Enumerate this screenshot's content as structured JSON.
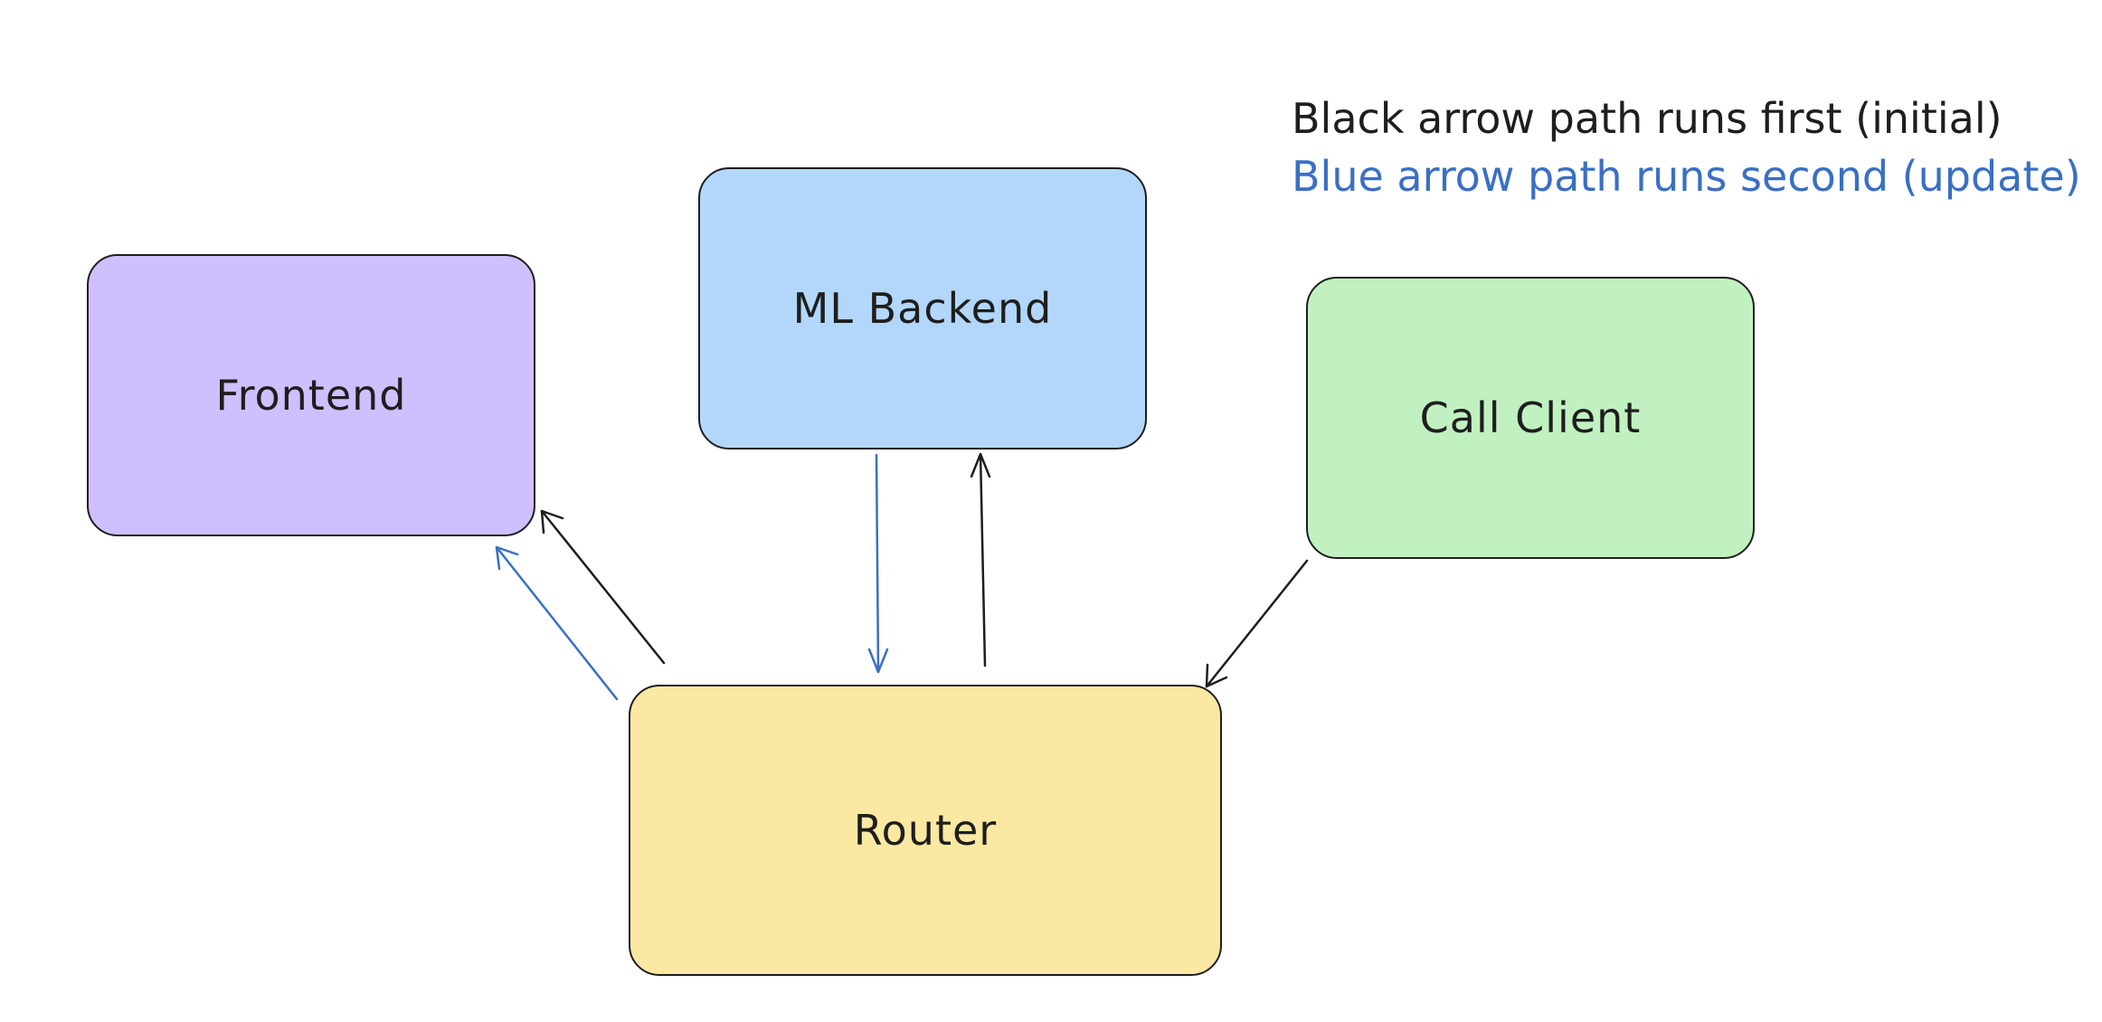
{
  "nodes": [
    {
      "id": "frontend",
      "label": "Frontend",
      "fill": "#d0bfff"
    },
    {
      "id": "ml",
      "label": "ML Backend",
      "fill": "#b2d7fb"
    },
    {
      "id": "call",
      "label": "Call Client",
      "fill": "#c1f1c0"
    },
    {
      "id": "router",
      "label": "Router",
      "fill": "#fbe8a2"
    }
  ],
  "edges": [
    {
      "from": "router",
      "to": "frontend",
      "color": "black"
    },
    {
      "from": "router",
      "to": "frontend",
      "color": "blue"
    },
    {
      "from": "router",
      "to": "ml",
      "color": "black"
    },
    {
      "from": "ml",
      "to": "router",
      "color": "blue"
    },
    {
      "from": "call",
      "to": "router",
      "color": "black"
    }
  ],
  "legend": {
    "black_text": "Black arrow path runs first (initial)",
    "blue_text": "Blue arrow path runs second (update)"
  },
  "colors": {
    "black": "#1e1e1e",
    "blue": "#3a6fc4"
  }
}
